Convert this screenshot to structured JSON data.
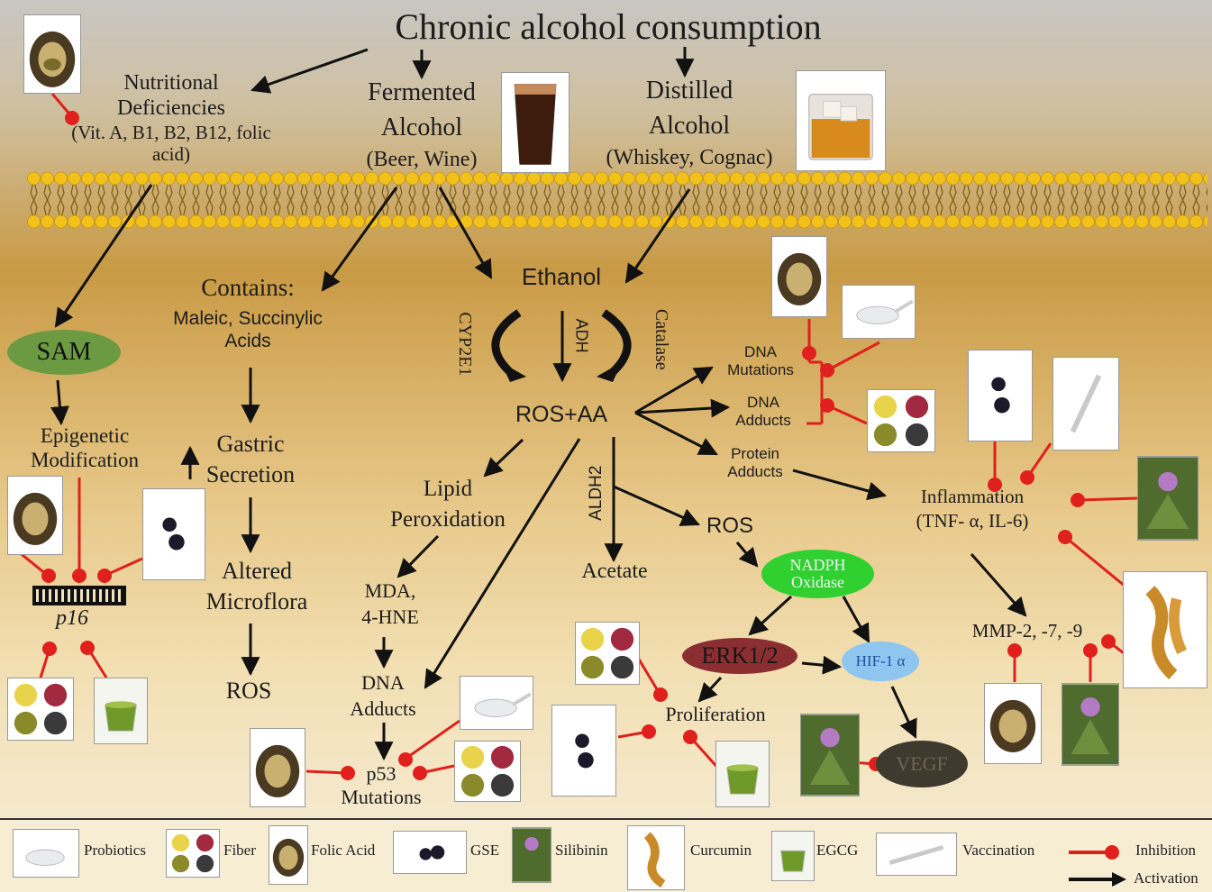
{
  "title": "Chronic alcohol consumption",
  "sources": {
    "nutritional": [
      "Nutritional",
      "Deficiencies",
      "(Vit. A, B1, B2, B12, folic",
      "acid)"
    ],
    "fermented": [
      "Fermented",
      "Alcohol",
      "(Beer, Wine)"
    ],
    "distilled": [
      "Distilled",
      "Alcohol",
      "(Whiskey, Cognac)"
    ]
  },
  "nodes": {
    "contains": "Contains:",
    "acids": [
      "Maleic, Succinylic",
      "Acids"
    ],
    "sam": "SAM",
    "epigenetic": [
      "Epigenetic",
      "Modification"
    ],
    "gastric": [
      "Gastric",
      "Secretion"
    ],
    "microflora": [
      "Altered",
      "Microflora"
    ],
    "ros_left": "ROS",
    "p16": "p16",
    "ethanol": "Ethanol",
    "cyp2e1": "CYP2E1",
    "adh": "ADH",
    "catalase": "Catalase",
    "ros_aa": "ROS+AA",
    "aldh2": "ALDH2",
    "lipid": [
      "Lipid",
      "Peroxidation"
    ],
    "mda": [
      "MDA,",
      "4-HNE"
    ],
    "dna_adducts_mid": [
      "DNA",
      "Adducts"
    ],
    "p53": [
      "p53",
      "Mutations"
    ],
    "acetate": "Acetate",
    "ros_mid": "ROS",
    "nadph": [
      "NADPH",
      "Oxidase"
    ],
    "erk": "ERK1/2",
    "hif": "HIF-1 α",
    "vegf": "VEGF",
    "proliferation": "Proliferation",
    "dna_mutations": [
      "DNA",
      "Mutations"
    ],
    "dna_adducts_right": [
      "DNA",
      "Adducts"
    ],
    "protein_adducts": [
      "Protein",
      "Adducts"
    ],
    "inflammation": [
      "Inflammation",
      "(TNF- α, IL-6)"
    ],
    "mmp": "MMP-2, -7, -9"
  },
  "legend": {
    "probiotics": "Probiotics",
    "fiber": "Fiber",
    "folic_acid": "Folic Acid",
    "gse": "GSE",
    "silibinin": "Silibinin",
    "curcumin": "Curcumin",
    "egcg": "EGCG",
    "vaccination": "Vaccination",
    "inhibition": "Inhibition",
    "activation": "Activation"
  },
  "colors": {
    "inhibition": "#e0201c",
    "activation": "#111111",
    "sam": "#6c9a42",
    "nadph": "#2fd02f",
    "erk": "#8a2e32",
    "hif": "#8fc6ef",
    "vegf": "#3e3a2e",
    "membrane": "#f2c21a"
  }
}
